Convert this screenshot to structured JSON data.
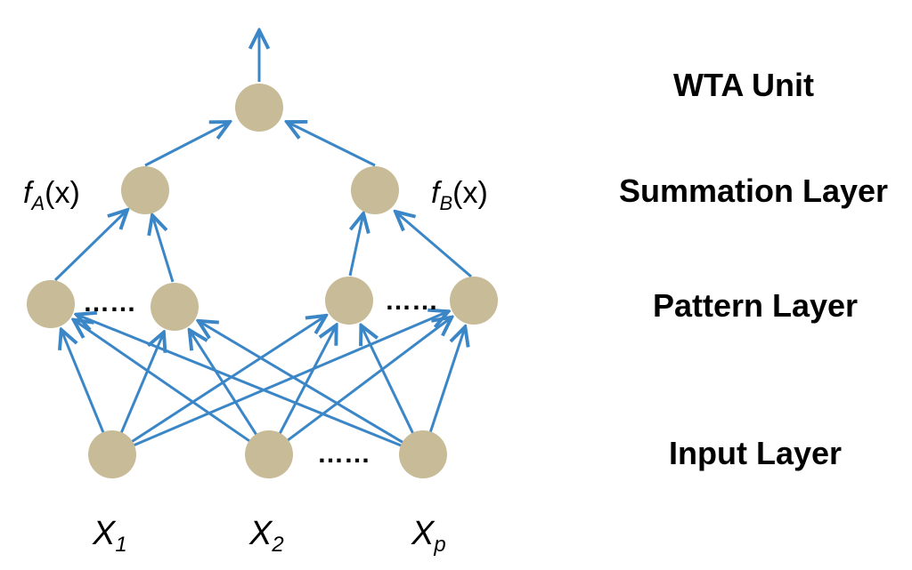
{
  "layers": {
    "wta": "WTA Unit",
    "summation": "Summation Layer",
    "pattern": "Pattern Layer",
    "input": "Input Layer"
  },
  "functions": {
    "a": {
      "f": "f",
      "sub": "A",
      "arg": "(x)"
    },
    "b": {
      "f": "f",
      "sub": "B",
      "arg": "(x)"
    }
  },
  "inputs": [
    {
      "main": "X",
      "sub": "1"
    },
    {
      "main": "X",
      "sub": "2"
    },
    {
      "main": "X",
      "sub": "p"
    }
  ],
  "ellipses": {
    "pattern_left": "……",
    "pattern_right": "……",
    "input": "……"
  },
  "colors": {
    "node": "#c8bb97",
    "edge": "#3b86c6"
  }
}
